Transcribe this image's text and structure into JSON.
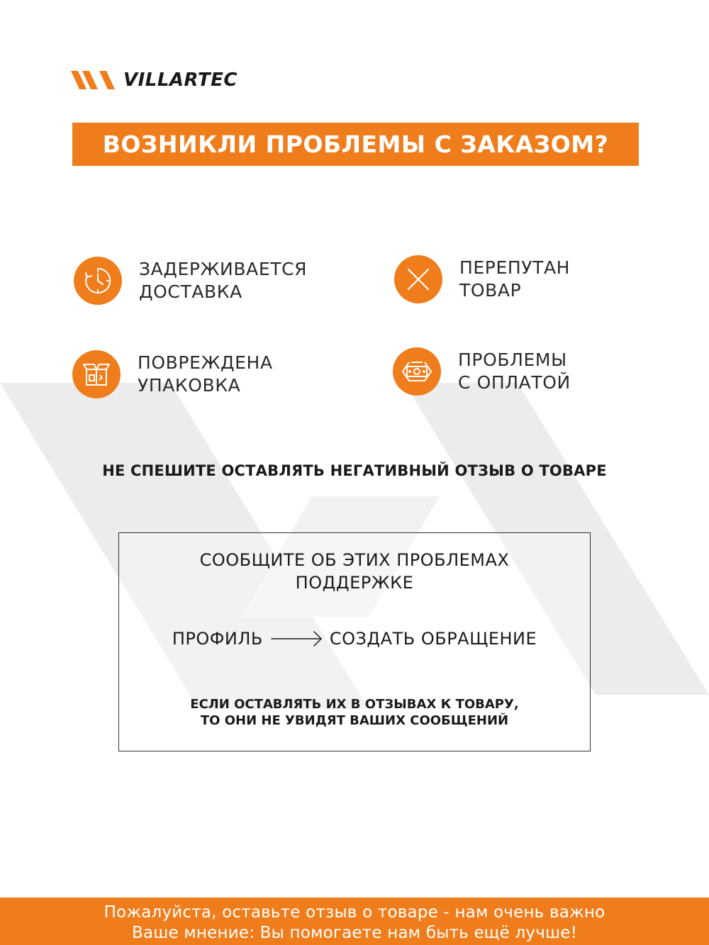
{
  "brand": {
    "name": "VILLARTEC",
    "accent_color": "#f07d1c",
    "logo_icon": "villartec-logo-icon"
  },
  "headline": "ВОЗНИКЛИ ПРОБЛЕМЫ С ЗАКАЗОМ?",
  "problems": [
    {
      "icon": "clock-icon",
      "line1": "ЗАДЕРЖИВАЕТСЯ",
      "line2": "ДОСТАВКА"
    },
    {
      "icon": "cross-icon",
      "line1": "ПЕРЕПУТАН",
      "line2": "ТОВАР"
    },
    {
      "icon": "damaged-box-icon",
      "line1": "ПОВРЕЖДЕНА",
      "line2": "УПАКОВКА"
    },
    {
      "icon": "money-icon",
      "line1": "ПРОБЛЕМЫ",
      "line2": "С ОПЛАТОЙ"
    }
  ],
  "warning": "НЕ СПЕШИТЕ ОСТАВЛЯТЬ НЕГАТИВНЫЙ ОТЗЫВ О ТОВАРЕ",
  "support": {
    "title_line1": "СООБЩИТЕ ОБ ЭТИХ ПРОБЛЕМАХ",
    "title_line2": "ПОДДЕРЖКЕ",
    "path_from": "ПРОФИЛЬ",
    "path_to": "СОЗДАТЬ ОБРАЩЕНИЕ",
    "note_line1": "ЕСЛИ ОСТАВЛЯТЬ ИХ В ОТЗЫВАХ К ТОВАРУ,",
    "note_line2": "ТО ОНИ НЕ УВИДЯТ ВАШИХ СООБЩЕНИЙ"
  },
  "footer": {
    "line1": "Пожалуйста, оставьте отзыв о товаре - нам очень важно",
    "line2": "Ваше мнение: Вы помогаете нам быть ещё лучше!"
  }
}
